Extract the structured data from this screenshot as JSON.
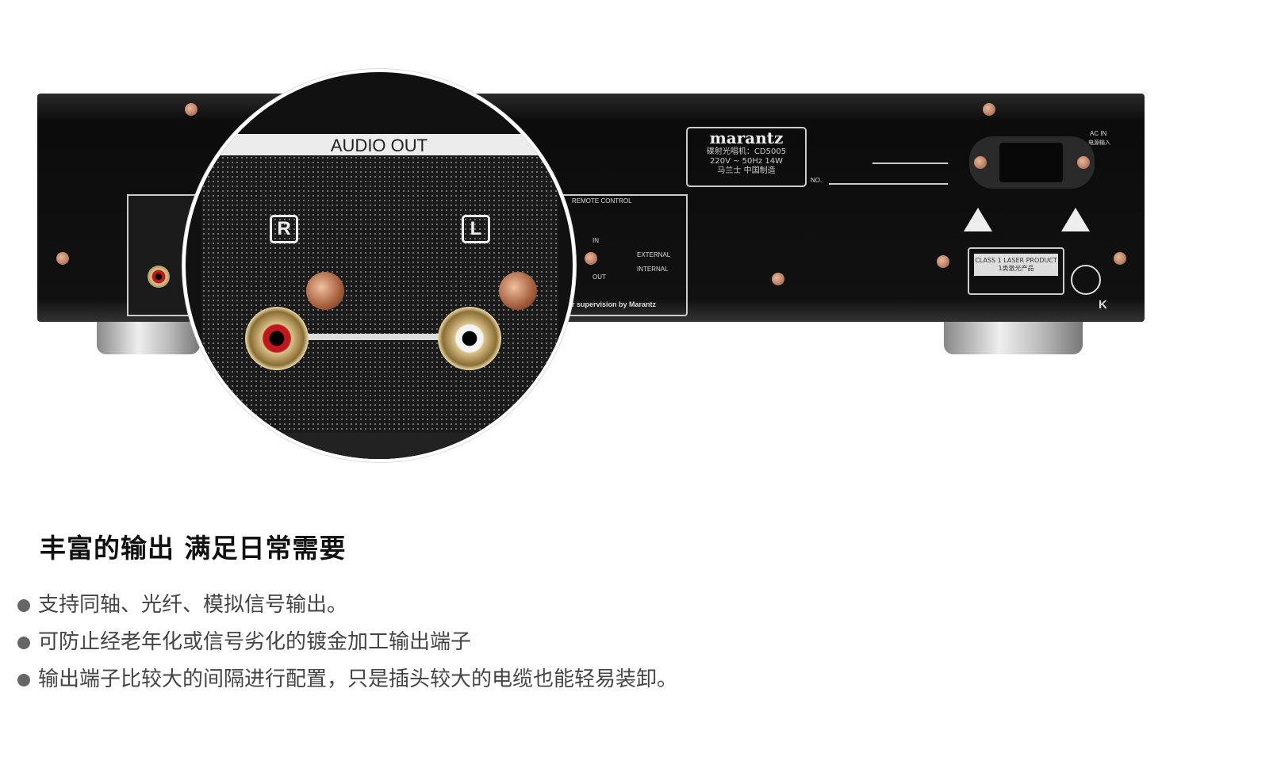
{
  "product_photo": {
    "magnifier_title": "AUDIO OUT",
    "channel_right": "R",
    "channel_left": "L",
    "rating_plate": {
      "brand": "marantz",
      "model_line": "碟射光唱机：CD5005",
      "power_line": "220V ~ 50Hz  14W",
      "maker_line": "马兰士  中国制造"
    },
    "serial_label": "NO.",
    "remote_control_label": "REMOTE CONTROL",
    "remote_in": "IN",
    "remote_out": "OUT",
    "external_label": "EXTERNAL",
    "internal_label": "INTERNAL",
    "supervision_text": "r supervision by Marantz",
    "laser_label_en": "CLASS 1 LASER PRODUCT",
    "laser_label_cn": "1类激光产品",
    "ac_in_label": "AC IN",
    "ac_in_cn": "电源输入",
    "region_mark": "K"
  },
  "section": {
    "heading": "丰富的输出 满足日常需要",
    "bullets": [
      "支持同轴、光纤、模拟信号输出。",
      "可防止经老年化或信号劣化的镀金加工输出端子",
      "输出端子比较大的间隔进行配置，只是插头较大的电缆也能轻易装卸。"
    ]
  },
  "colors": {
    "rca_right": "#c0161c",
    "rca_left": "#f2f2f2",
    "device_body": "#111111"
  }
}
